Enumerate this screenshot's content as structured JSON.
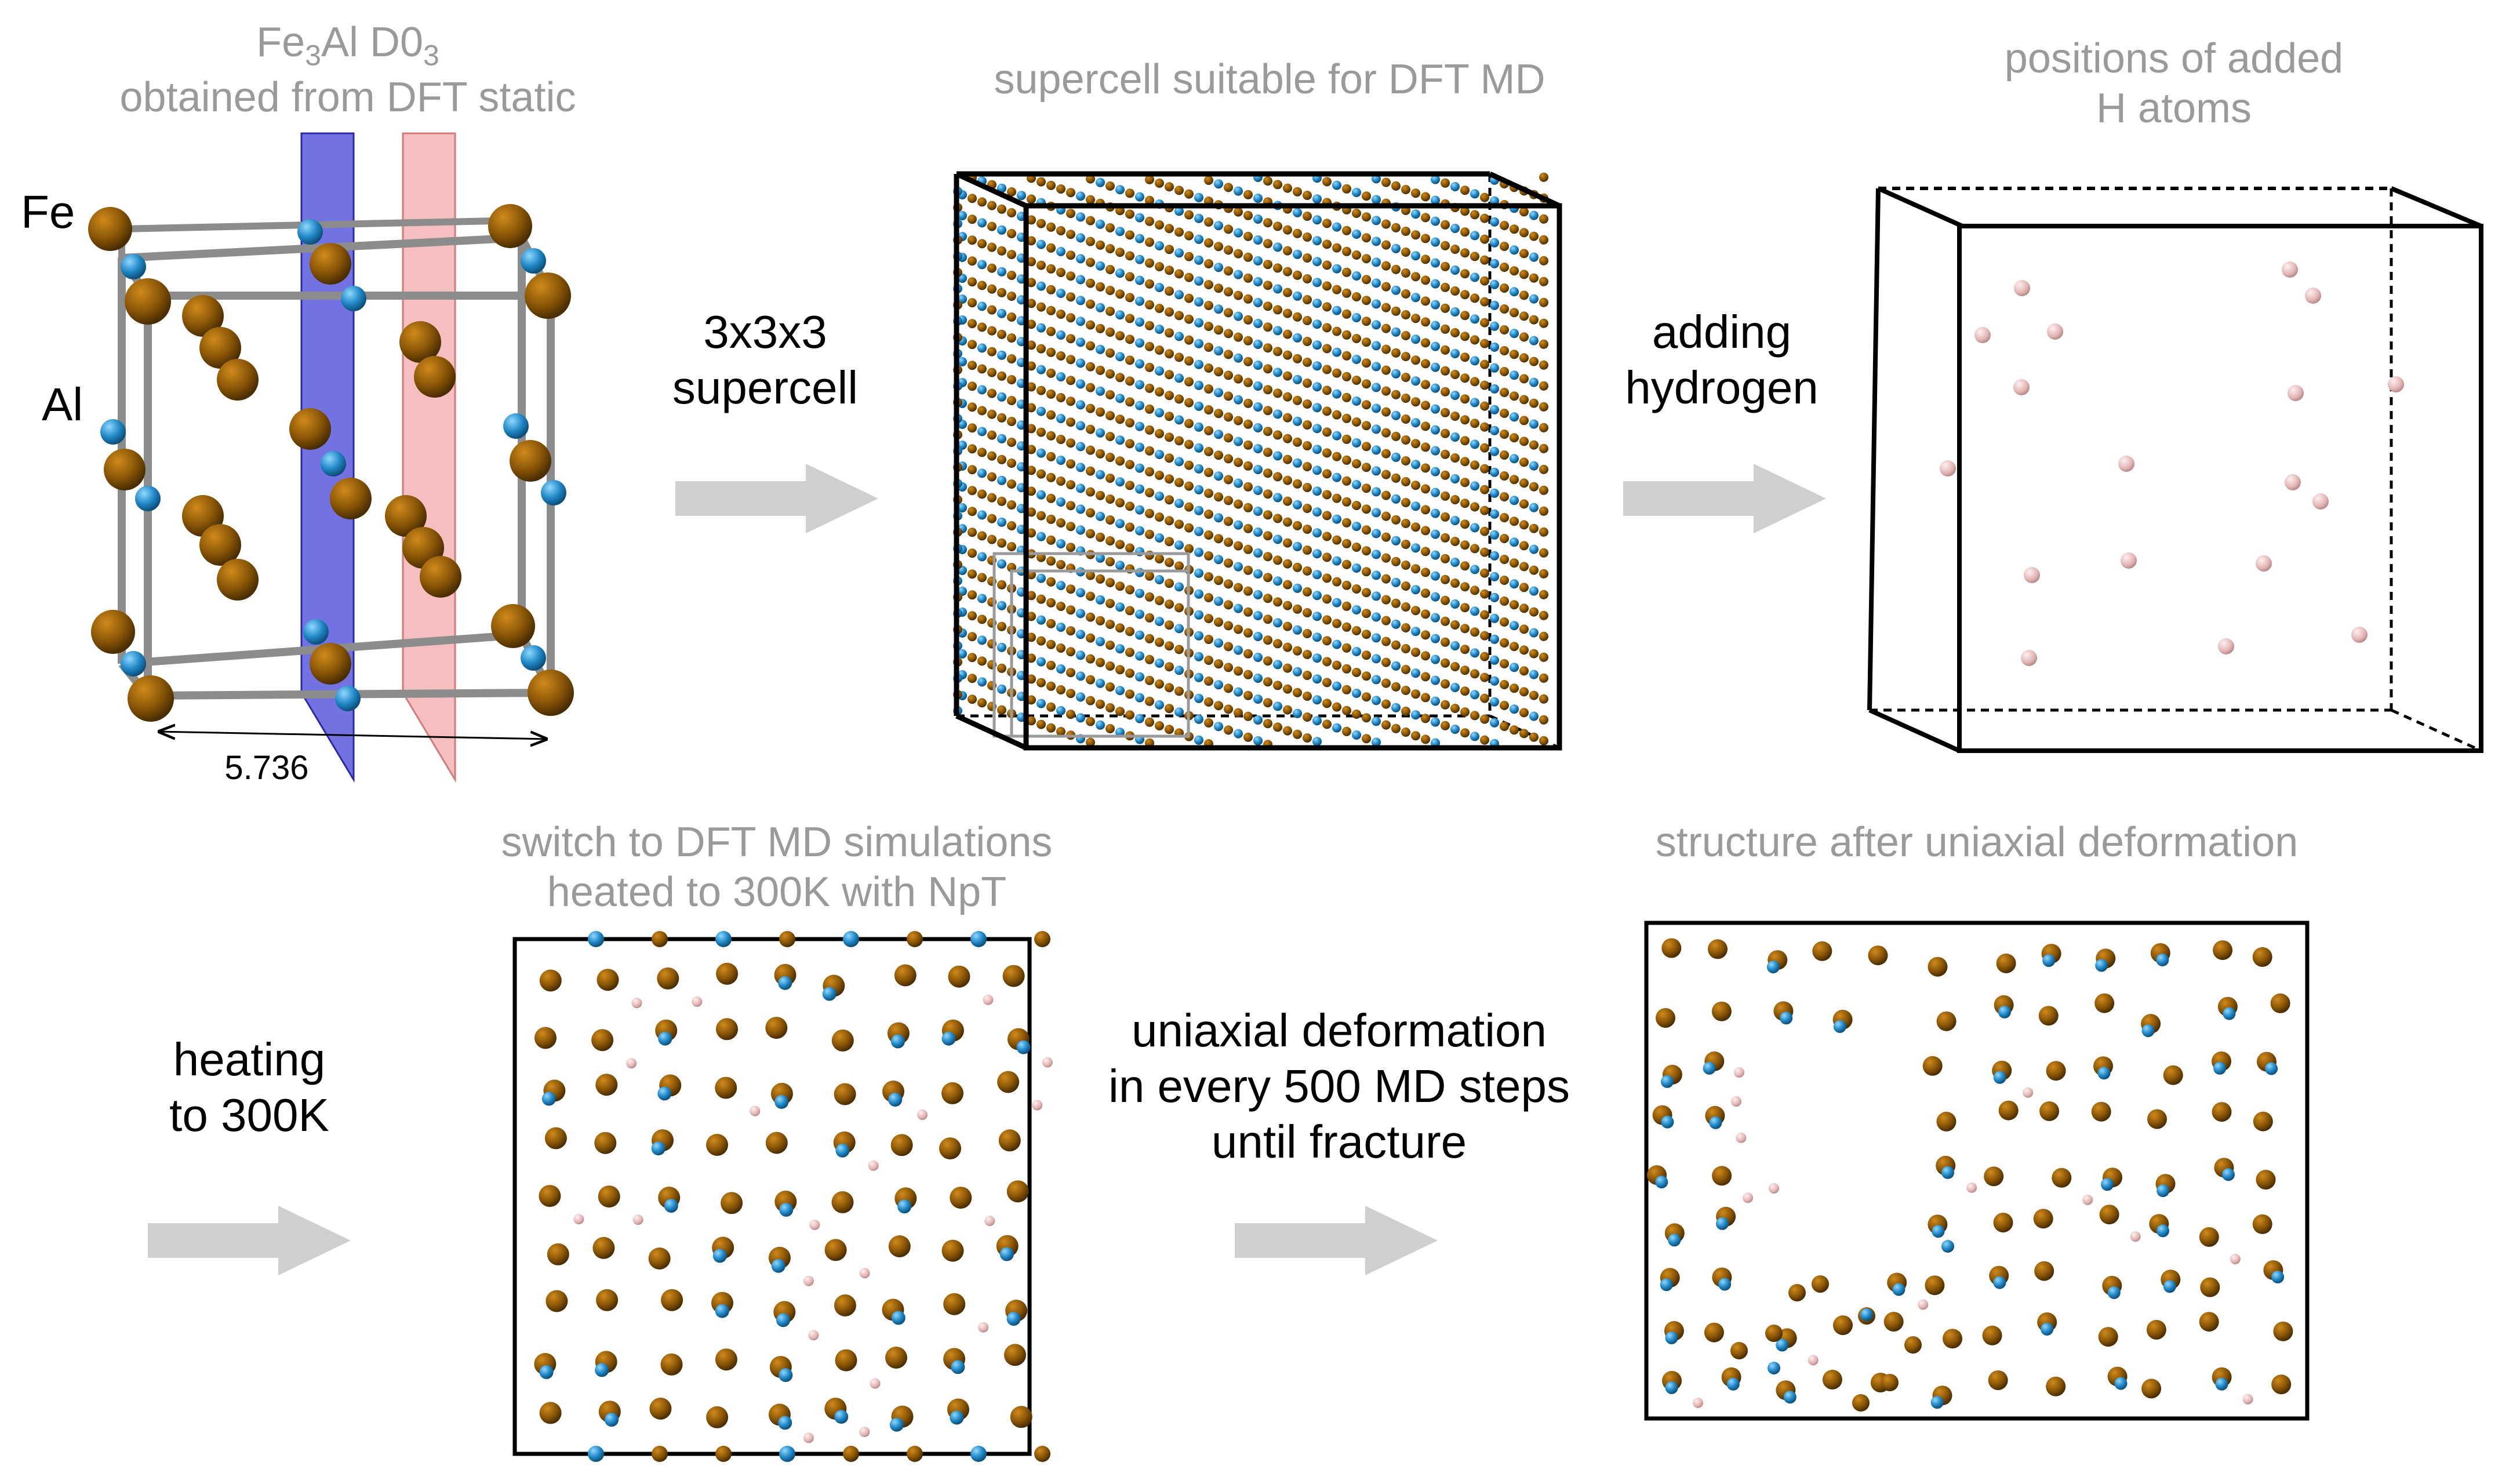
{
  "colors": {
    "fe": "#8a5606",
    "fe_hi": "#d08a1c",
    "al": "#1f86c4",
    "al_hi": "#6cc6f2",
    "h": "#e6bcbc",
    "h_hi": "#fff0f0",
    "plane_blue": "#3b3bd8",
    "plane_red": "#f2a6a6",
    "rod": "#8c8c8c",
    "arrow": "#cfcfcf",
    "caption": "#9a9a9a"
  },
  "unit_cell": {
    "title_line1_prefix": "Fe",
    "title_line1_sub1": "3",
    "title_line1_mid": "Al D0",
    "title_line1_sub2": "3",
    "title_line2": "obtained from DFT static",
    "label_fe": "Fe",
    "label_al": "Al",
    "dimension": "5.736"
  },
  "supercell": {
    "title": "supercell suitable for DFT MD"
  },
  "hydrogen_cell": {
    "title_line1": "positions of added",
    "title_line2": "H atoms"
  },
  "md_cell": {
    "title_line1": "switch to DFT MD simulations",
    "title_line2": "heated to 300K with NpT"
  },
  "deformed_cell": {
    "title": "structure after uniaxial deformation"
  },
  "steps": {
    "supercell_line1": "3x3x3",
    "supercell_line2": "supercell",
    "hydrogen_line1": "adding",
    "hydrogen_line2": "hydrogen",
    "heating_line1": "heating",
    "heating_line2": "to 300K",
    "deform_line1": "uniaxial deformation",
    "deform_line2": "in every 500 MD steps",
    "deform_line3": "until fracture"
  }
}
